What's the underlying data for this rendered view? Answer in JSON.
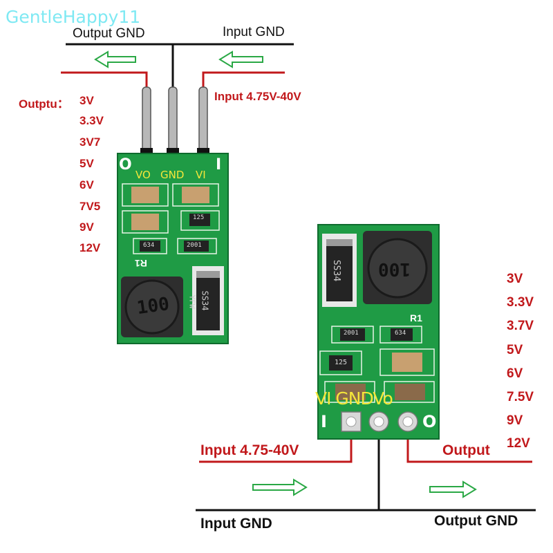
{
  "watermark": "GentleHappy11",
  "module_top": {
    "output_gnd": "Output GND",
    "input_gnd": "Input GND",
    "output_prefix": "Outptu：",
    "input_range": "Input 4.75V-40V",
    "voltages": [
      "3V",
      "3.3V",
      "3V7",
      "5V",
      "6V",
      "7V5",
      "9V",
      "12V"
    ],
    "pin_vo": "VO",
    "pin_gnd": "GND",
    "pin_vi": "VI",
    "mark_o": "O",
    "mark_i": "I",
    "inductor_code": "100",
    "diode_code": "SS34",
    "diode_code2": "YFW",
    "res_125": "125",
    "res_634": "634",
    "res_2001": "2001",
    "label_r1": "R1"
  },
  "module_bottom": {
    "input_range": "Input 4.75-40V",
    "output_label": "Output",
    "input_gnd": "Input GND",
    "output_gnd": "Output GND",
    "pin_labels": "VI GNDVo",
    "voltages": [
      "3V",
      "3.3V",
      "3.7V",
      "5V",
      "6V",
      "7.5V",
      "9V",
      "12V"
    ],
    "mark_i": "I",
    "mark_o": "O",
    "inductor_code": "100",
    "diode_code": "SS34",
    "res_125": "125",
    "res_634": "634",
    "res_2001": "2001",
    "label_r1": "R1"
  },
  "colors": {
    "pcb": "#1f9b45",
    "signal_red": "#c1181b",
    "arrow_green": "#2aa845",
    "silk_yellow": "#f5e73a",
    "watermark": "#7fe9f3"
  }
}
